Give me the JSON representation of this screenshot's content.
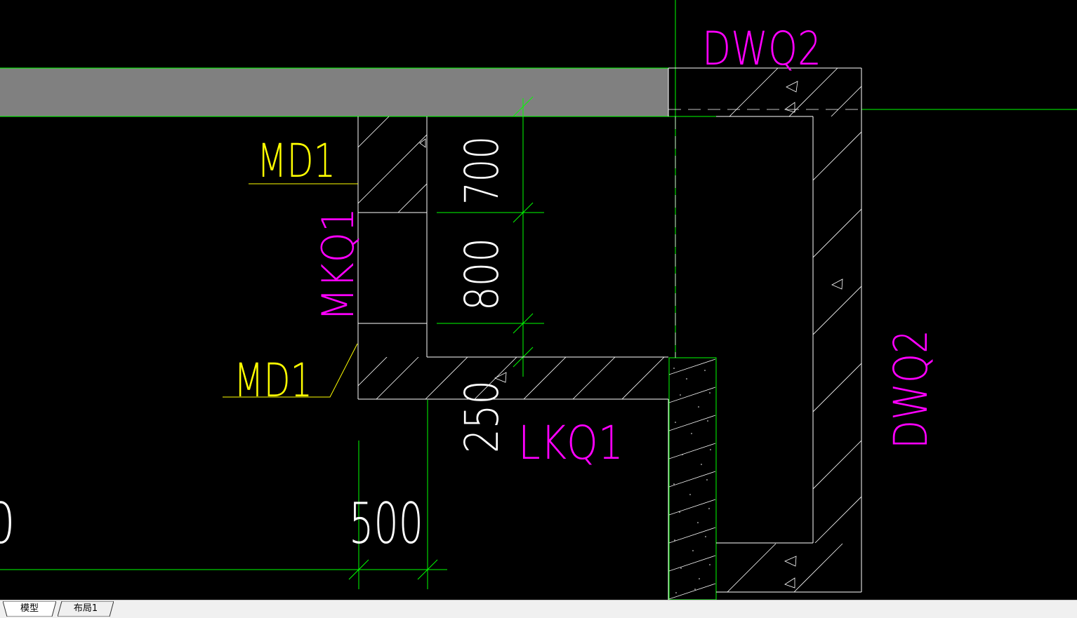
{
  "colors": {
    "background": "#000000",
    "lines": "#ffffff",
    "grid_lines": "#00ff00",
    "fill_gray": "#808080",
    "label_yellow": "#ffff00",
    "label_magenta": "#ff00ff",
    "tab_bar": "#f0f0f0"
  },
  "labels": {
    "dwq2_top": "DWQ2",
    "dwq2_right": "DWQ2",
    "md1_top": "MD1",
    "md1_bottom": "MD1",
    "mkq1": "MKQ1",
    "lkq1": "LKQ1"
  },
  "dimensions": {
    "dim_700": "700",
    "dim_800": "800",
    "dim_250": "250",
    "dim_500": "500",
    "dim_cut": "0"
  },
  "tabs": [
    {
      "label": "模型",
      "active": true
    },
    {
      "label": "布局1",
      "active": false
    }
  ]
}
